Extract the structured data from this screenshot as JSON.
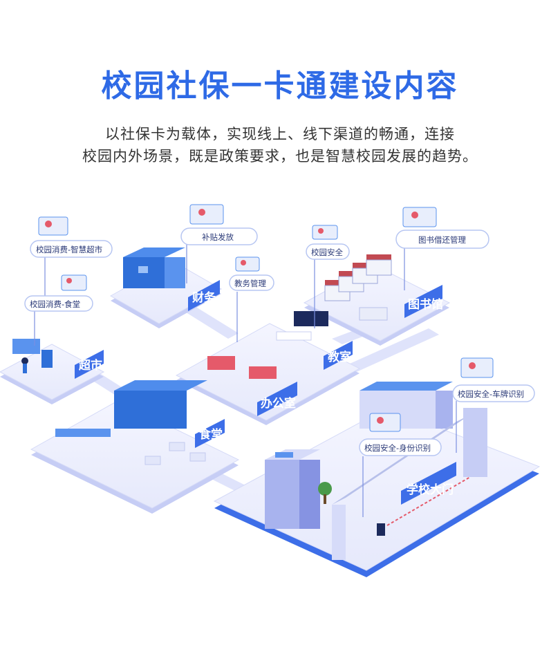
{
  "title": "校园社保一卡通建设内容",
  "subtitle_line1": "以社保卡为载体，实现线上、线下渠道的畅通，连接",
  "subtitle_line2": "校园内外场景，既是政策要求，也是智慧校园发展的趋势。",
  "areas": {
    "supermarket": "超市",
    "finance": "财务",
    "library": "图书馆",
    "office": "办公室",
    "classroom": "教室",
    "canteen": "食堂",
    "gate": "学校大门"
  },
  "tags": {
    "smart_market": "校园消费-智慧超市",
    "canteen_pay": "校园消费-食堂",
    "subsidy": "补贴发放",
    "academic": "教务管理",
    "safety": "校园安全",
    "library_mgmt": "图书借还管理",
    "plate": "校园安全-车牌识别",
    "id_check": "校园安全-身份识别"
  },
  "colors": {
    "brand": "#2e6ae6",
    "platform": "#eef0fb",
    "label_bg": "#3d6ee8",
    "path": "#dfe3fb"
  }
}
